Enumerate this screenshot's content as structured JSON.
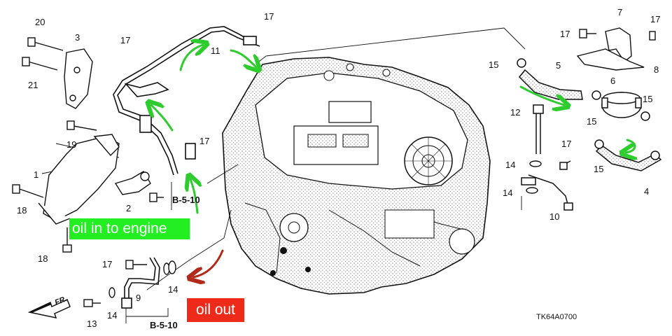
{
  "callouts": {
    "c20": "20",
    "c3": "3",
    "c17a": "17",
    "c17b": "17",
    "c11": "11",
    "c21": "21",
    "c19": "19",
    "c1": "1",
    "c2": "2",
    "c18a": "18",
    "c18b": "18",
    "c17c": "17",
    "c17d": "17",
    "c9": "9",
    "c14a": "14",
    "c14b": "14",
    "c13": "13",
    "c7": "7",
    "c17e": "17",
    "c17f": "17",
    "c8": "8",
    "c15a": "15",
    "c5": "5",
    "c6": "6",
    "c15b": "15",
    "c12": "12",
    "c15c": "15",
    "c15d": "15",
    "c17g": "17",
    "c14c": "14",
    "c14d": "14",
    "c10": "10",
    "c4": "4"
  },
  "references": {
    "ref_upper": "B-5-10",
    "ref_lower": "B-5-10"
  },
  "front_indicator": "FR.",
  "diagram_code": "TK64A0700",
  "annotations": {
    "oil_in": "oil in to engine",
    "oil_out": "oil out"
  },
  "colors": {
    "annotation_green": "#22ee22",
    "annotation_red": "#ee2a1a",
    "arrow_green": "#2ecc2e",
    "arrow_red": "#b22a1a"
  }
}
